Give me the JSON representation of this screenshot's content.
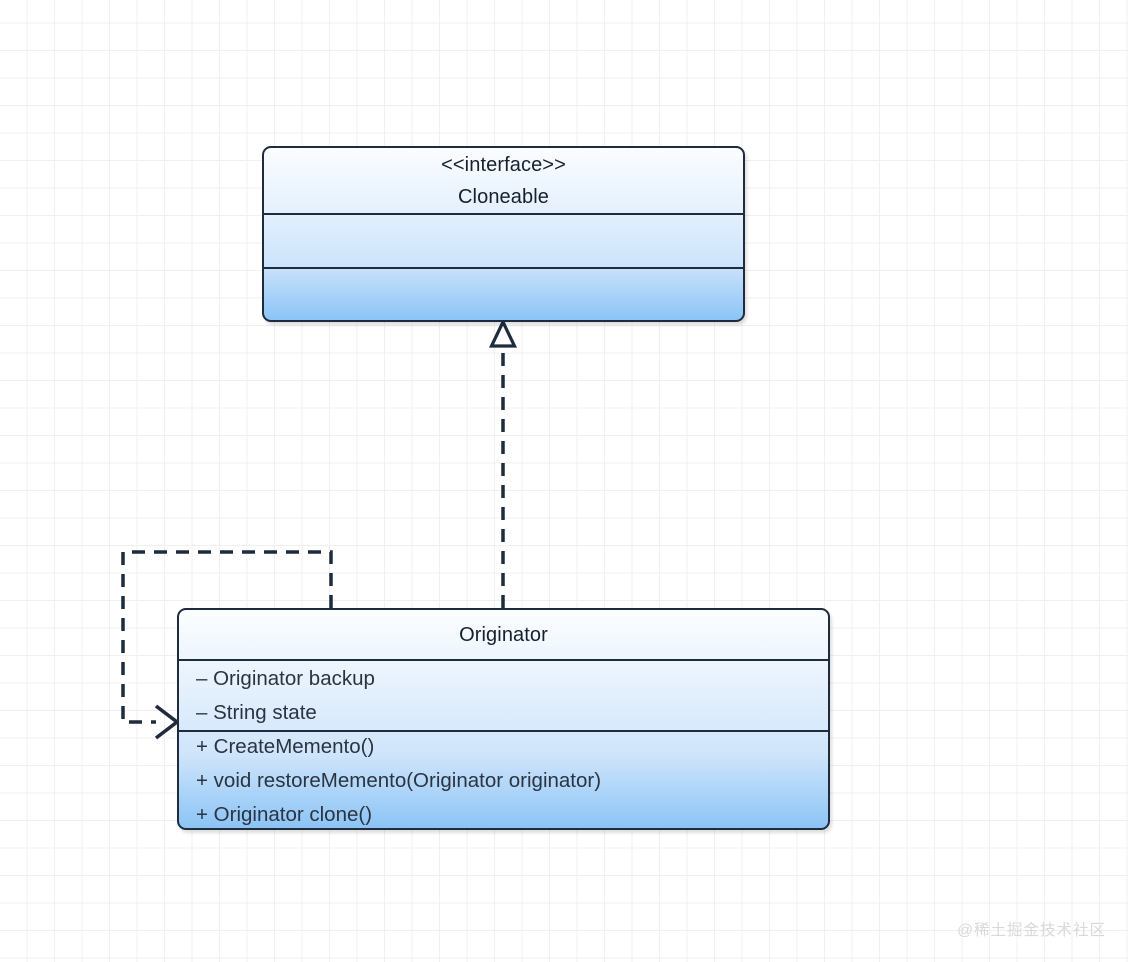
{
  "diagram": {
    "kind": "uml-class-diagram",
    "background": "#ffffff",
    "grid_minor_color": "#f0f0f0",
    "grid_major_color": "#e6e6e6",
    "stroke_color": "#1f2c3d",
    "text_color": "#16202e",
    "fill_gradient_top": "#fbfdff",
    "fill_gradient_bottom": "#8cc4f5"
  },
  "classes": {
    "interface": {
      "stereotype": "<<interface>>",
      "name": "Cloneable",
      "attributes": [],
      "operations": []
    },
    "originator": {
      "name": "Originator",
      "attributes": [
        "– Originator backup",
        "– String state"
      ],
      "operations": [
        "+ CreateMemento()",
        "+ void restoreMemento(Originator originator)",
        "+ Originator clone()"
      ]
    }
  },
  "relationships": [
    {
      "id": "realization",
      "type": "realization",
      "from": "Originator",
      "to": "Cloneable",
      "line_style": "dashed",
      "arrowhead": "hollow-triangle"
    },
    {
      "id": "self-association",
      "type": "association",
      "from": "Originator",
      "to": "Originator",
      "line_style": "dashed",
      "arrowhead": "open-arrow"
    }
  ],
  "watermark": {
    "text": "@稀土掘金技术社区"
  }
}
